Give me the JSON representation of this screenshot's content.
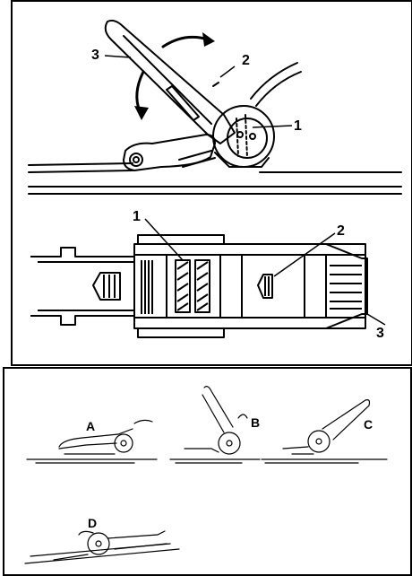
{
  "top_panel": {
    "side_view_labels": [
      "3",
      "2",
      "1"
    ],
    "top_view_labels": [
      "1",
      "2",
      "3"
    ]
  },
  "bottom_panel": {
    "step_labels": [
      "A",
      "B",
      "C",
      "D"
    ]
  },
  "colors": {
    "line": "#000000",
    "background": "#ffffff",
    "border": "#000000"
  }
}
